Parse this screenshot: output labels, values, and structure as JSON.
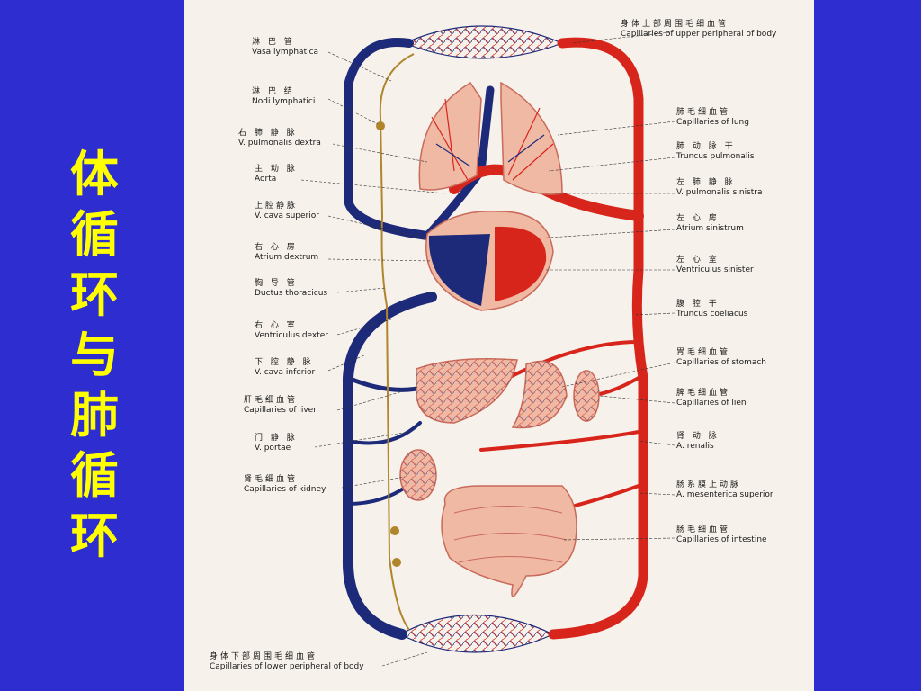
{
  "slide": {
    "title_chars": [
      "体",
      "循",
      "环",
      "与",
      "肺",
      "循",
      "环"
    ],
    "colors": {
      "background": "#2e2ed0",
      "title": "#ffff00",
      "panel": "#f6f1ea",
      "artery": "#d8251c",
      "vein": "#1d2a7a",
      "lymph": "#b0852c",
      "organ": "#f0b9a4"
    }
  },
  "labels": {
    "left": [
      {
        "zh": "淋 巴 管",
        "la": "Vasa lymphatica"
      },
      {
        "zh": "淋 巴 结",
        "la": "Nodi lymphatici"
      },
      {
        "zh": "右 肺 静 脉",
        "la": "V. pulmonalis dextra"
      },
      {
        "zh": "主 动 脉",
        "la": "Aorta"
      },
      {
        "zh": "上腔静脉",
        "la": "V. cava superior"
      },
      {
        "zh": "右 心 房",
        "la": "Atrium dextrum"
      },
      {
        "zh": "胸 导 管",
        "la": "Ductus thoracicus"
      },
      {
        "zh": "右 心 室",
        "la": "Ventriculus dexter"
      },
      {
        "zh": "下 腔 静 脉",
        "la": "V. cava inferior"
      },
      {
        "zh": "肝毛细血管",
        "la": "Capillaries of liver"
      },
      {
        "zh": "门 静 脉",
        "la": "V. portae"
      },
      {
        "zh": "肾毛细血管",
        "la": "Capillaries of kidney"
      },
      {
        "zh": "身体下部周围毛细血管",
        "la": "Capillaries of lower peripheral of body"
      }
    ],
    "right": [
      {
        "zh": "身体上部周围毛细血管",
        "la": "Capillaries of upper peripheral of body"
      },
      {
        "zh": "肺毛细血管",
        "la": "Capillaries of lung"
      },
      {
        "zh": "肺 动 脉 干",
        "la": "Truncus pulmonalis"
      },
      {
        "zh": "左 肺 静 脉",
        "la": "V. pulmonalis sinistra"
      },
      {
        "zh": "左 心 房",
        "la": "Atrium sinistrum"
      },
      {
        "zh": "左 心 室",
        "la": "Ventriculus sinister"
      },
      {
        "zh": "腹 腔 干",
        "la": "Truncus coeliacus"
      },
      {
        "zh": "胃毛细血管",
        "la": "Capillaries of stomach"
      },
      {
        "zh": "脾毛细血管",
        "la": "Capillaries of lien"
      },
      {
        "zh": "肾 动 脉",
        "la": "A. renalis"
      },
      {
        "zh": "肠系膜上动脉",
        "la": "A. mesenterica superior"
      },
      {
        "zh": "肠毛细血管",
        "la": "Capillaries of intestine"
      }
    ]
  }
}
